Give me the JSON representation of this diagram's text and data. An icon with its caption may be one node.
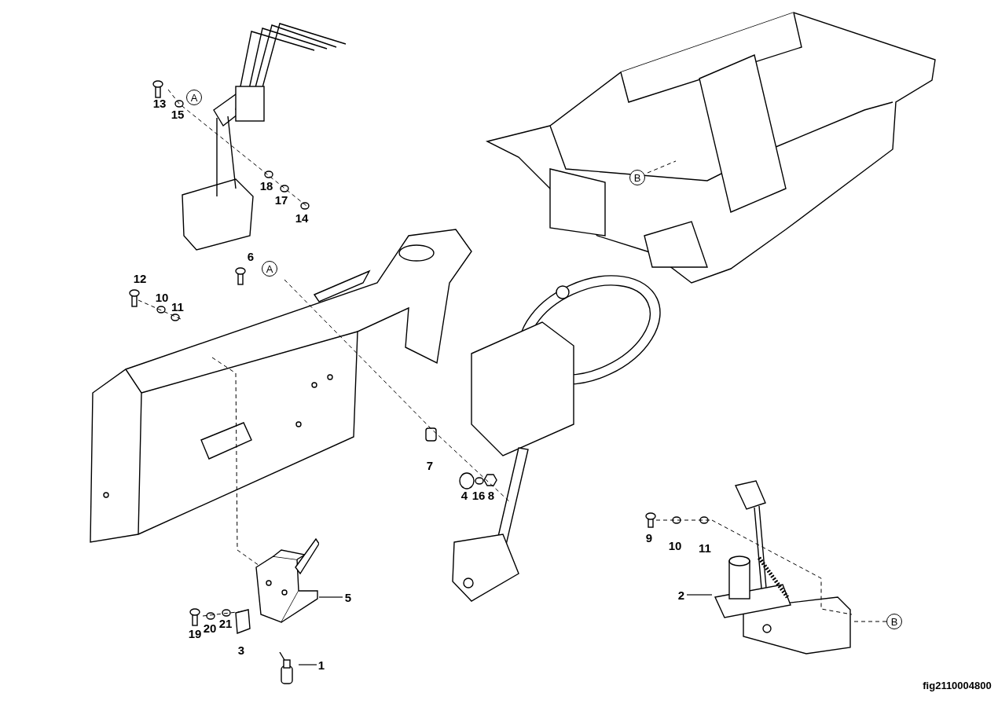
{
  "diagram": {
    "nodes": [
      {
        "text": [
          "A"
        ]
      },
      {
        "text": [
          "A"
        ]
      },
      {
        "text": [
          "B"
        ]
      },
      {
        "text": [
          "B"
        ]
      },
      {
        "text": [
          "5"
        ]
      },
      {
        "text": [],
        "shape": "picture"
      },
      {
        "text": [
          "1"
        ]
      },
      {
        "text": [],
        "shape": "picture"
      },
      {
        "text": [
          "2"
        ]
      },
      {
        "text": [],
        "shape": "picture"
      },
      {
        "text": [],
        "shape": "picture"
      }
    ],
    "edges": [
      {
        "from": 4,
        "to": 5,
        "arrow": "none"
      },
      {
        "from": 6,
        "to": 7,
        "arrow": "none"
      },
      {
        "from": 8,
        "to": 9,
        "arrow": "none"
      },
      {
        "from": 3,
        "to": 9,
        "arrow": "none",
        "style": "dashed"
      },
      {
        "from": 10,
        "to": 9,
        "arrow": "none",
        "style": "dashed"
      }
    ],
    "labels": [
      "13",
      "15",
      "18",
      "17",
      "14",
      "6",
      "12",
      "10",
      "11",
      "7",
      "4",
      "16",
      "8",
      "9",
      "10",
      "11",
      "19",
      "20",
      "21",
      "3",
      "fig2110004800"
    ]
  }
}
